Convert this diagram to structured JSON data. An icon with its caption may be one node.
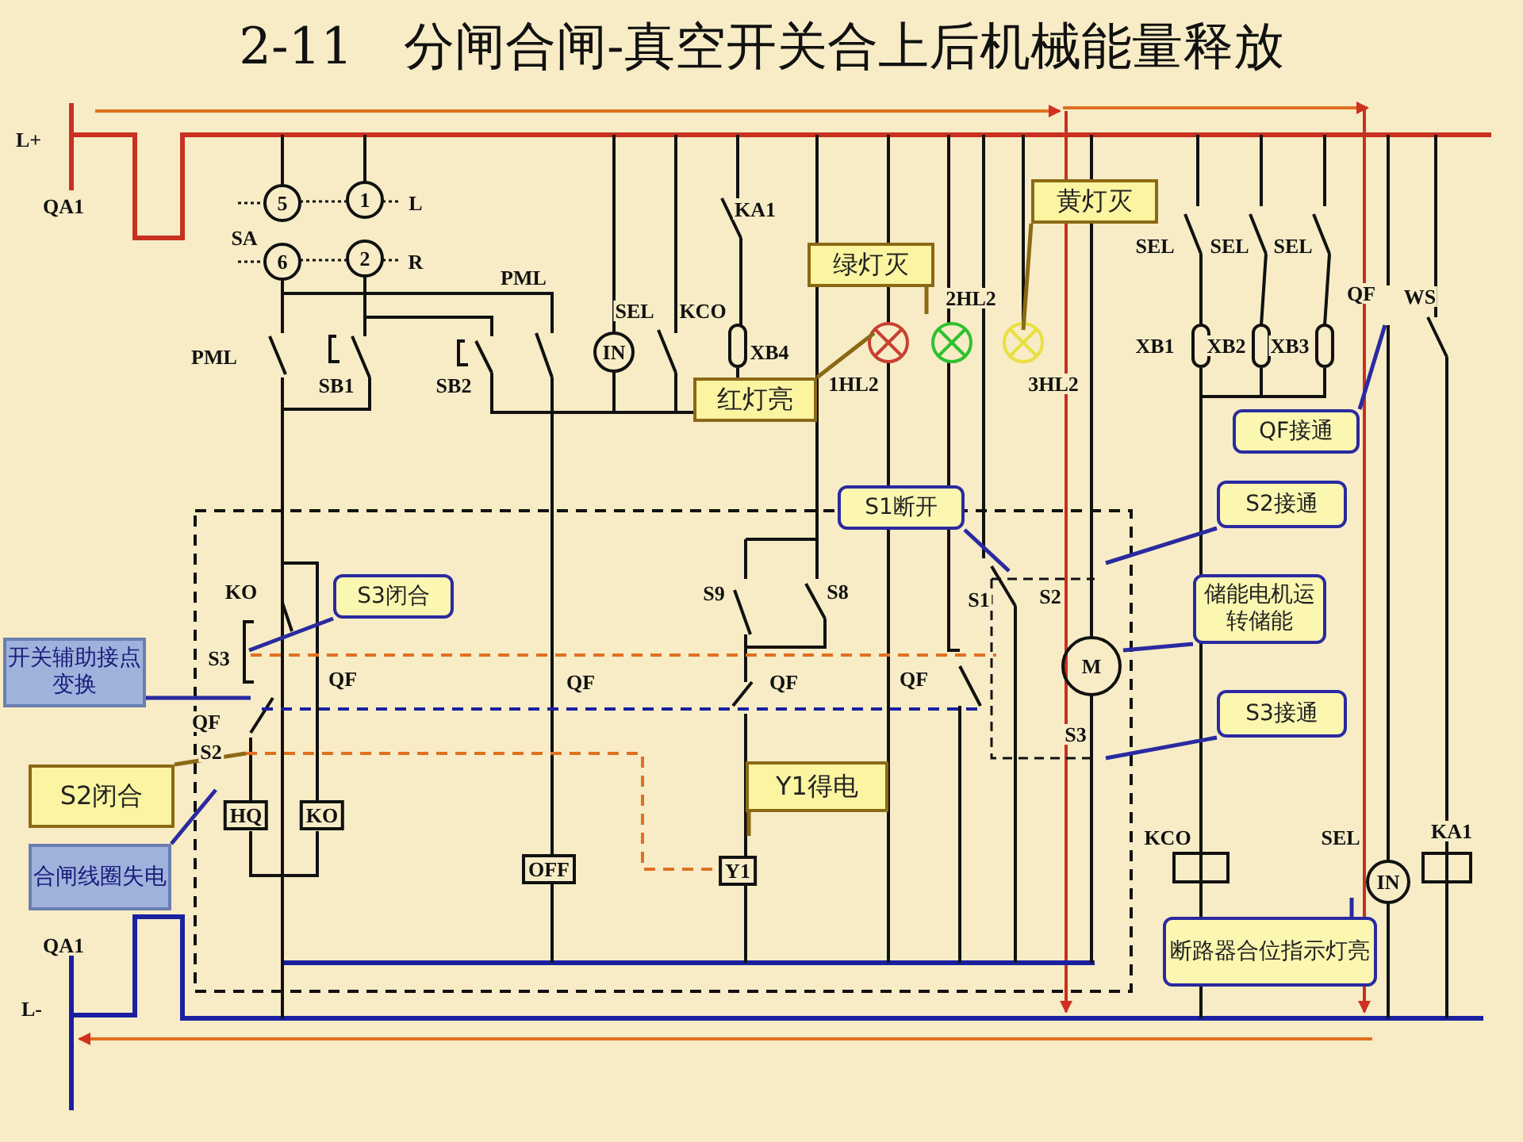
{
  "diagram": {
    "title": "2-11　分闸合闸-真空开关合上后机械能量释放",
    "nodes": [
      {
        "text": [
          "黄灯灭"
        ]
      },
      {
        "text": [
          "绿灯灭"
        ]
      },
      {
        "text": [
          "红灯亮"
        ]
      },
      {
        "text": [
          "QF接通"
        ]
      },
      {
        "text": [
          "S1断开"
        ]
      },
      {
        "text": [
          "S2接通"
        ]
      },
      {
        "text": [
          "储能电机运转储能"
        ]
      },
      {
        "text": [
          "S3接通"
        ]
      },
      {
        "text": [
          "S3闭合"
        ]
      },
      {
        "text": [
          "开关辅助接点变换"
        ]
      },
      {
        "text": [
          "S2闭合"
        ]
      },
      {
        "text": [
          "Y1得电"
        ]
      },
      {
        "text": [
          "合闸线圈失电"
        ]
      },
      {
        "text": [
          "断路器合位指示灯亮"
        ]
      }
    ],
    "edges": [
      {
        "from": 0,
        "to": null,
        "arrow": "none",
        "color": "#8b6914"
      },
      {
        "from": 1,
        "to": null,
        "arrow": "none",
        "color": "#8b6914"
      },
      {
        "from": 2,
        "to": null,
        "arrow": "none",
        "color": "#8b6914"
      },
      {
        "from": 3,
        "to": null,
        "arrow": "none"
      },
      {
        "from": 4,
        "to": null,
        "arrow": "none"
      },
      {
        "from": 5,
        "to": null,
        "arrow": "none"
      },
      {
        "from": 6,
        "to": null,
        "arrow": "none"
      },
      {
        "from": 7,
        "to": null,
        "arrow": "none"
      },
      {
        "from": 8,
        "to": null,
        "arrow": "none"
      },
      {
        "from": 9,
        "to": null,
        "arrow": "none"
      },
      {
        "from": 10,
        "to": null,
        "arrow": "none",
        "color": "#8b6914"
      },
      {
        "from": 11,
        "to": null,
        "arrow": "none",
        "color": "#8b6914"
      },
      {
        "from": 12,
        "to": null,
        "arrow": "none"
      },
      {
        "from": 13,
        "to": null,
        "arrow": "none"
      }
    ],
    "labels": [
      "L+",
      "QA1",
      "5",
      "1",
      "L",
      "SA",
      "6",
      "2",
      "R",
      "PML",
      "KA1",
      "2HL2",
      "SEL",
      "SEL",
      "SEL",
      "QF",
      "WS",
      "PML",
      "SB1",
      "SB2",
      "SEL",
      "KCO",
      "IN",
      "XB4",
      "1HL2",
      "3HL2",
      "XB1",
      "XB2",
      "XB3",
      "KO",
      "S9",
      "S8",
      "S1",
      "S2",
      "S3",
      "M",
      "QF",
      "QF",
      "QF",
      "QF",
      "QF",
      "S3",
      "S2",
      "HQ",
      "KO",
      "KCO",
      "SEL",
      "KA1",
      "OFF",
      "Y1",
      "IN",
      "QA1",
      "L-"
    ]
  }
}
